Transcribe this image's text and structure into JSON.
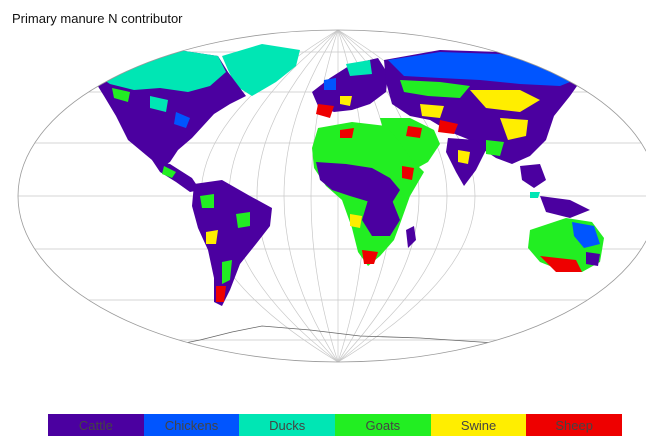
{
  "title": "Primary manure N contributor",
  "legend": [
    {
      "label": "Cattle",
      "color": "#4b00a0"
    },
    {
      "label": "Chickens",
      "color": "#0055ff"
    },
    {
      "label": "Ducks",
      "color": "#00e6b4"
    },
    {
      "label": "Goats",
      "color": "#22ee22"
    },
    {
      "label": "Swine",
      "color": "#ffee00"
    },
    {
      "label": "Sheep",
      "color": "#ee0000"
    }
  ]
}
